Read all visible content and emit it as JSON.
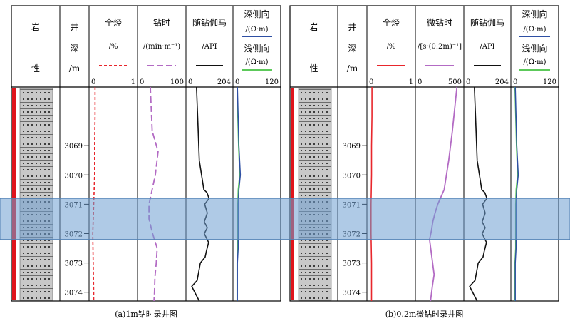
{
  "chart_data": {
    "type": "well_log",
    "panels": [
      {
        "caption": "(a)1m钻时录井图",
        "headers": {
          "lithology": [
            "岩",
            "性"
          ],
          "depth": [
            "井",
            "深",
            "/m"
          ],
          "hydrocarbon": {
            "title": "全烃",
            "unit": "/%",
            "min": "0",
            "max": "1"
          },
          "drilltime": {
            "title": "钻时",
            "unit": "/(min·m⁻¹)",
            "min": "0",
            "max": "100"
          },
          "gamma": {
            "title": "随钻伽马",
            "unit": "/API",
            "min": "0",
            "max": "204"
          },
          "resistivity": {
            "title1": "深侧向",
            "unit1": "/(Ω·m)",
            "title2": "浅侧向",
            "unit2": "/(Ω·m)",
            "min": "0",
            "max": "120"
          }
        },
        "depth_ticks": [
          "3069",
          "3070",
          "3071",
          "3072",
          "3073",
          "3074"
        ],
        "series": {
          "hydrocarbon": [
            [
              3067.0,
              0.1
            ],
            [
              3068.0,
              0.1
            ],
            [
              3069.0,
              0.09
            ],
            [
              3070.0,
              0.09
            ],
            [
              3071.0,
              0.07
            ],
            [
              3072.0,
              0.05
            ],
            [
              3073.0,
              0.06
            ],
            [
              3074.0,
              0.07
            ],
            [
              3074.3,
              0.07
            ]
          ],
          "drilltime": [
            [
              3067.0,
              25
            ],
            [
              3068.5,
              29
            ],
            [
              3069.2,
              42
            ],
            [
              3070.0,
              36
            ],
            [
              3071.0,
              22
            ],
            [
              3071.5,
              22
            ],
            [
              3072.0,
              30
            ],
            [
              3072.5,
              40
            ],
            [
              3073.0,
              38
            ],
            [
              3073.5,
              35
            ],
            [
              3074.0,
              34
            ],
            [
              3074.3,
              33
            ]
          ],
          "gamma": [
            [
              3067.0,
              42
            ],
            [
              3068.5,
              50
            ],
            [
              3069.5,
              55
            ],
            [
              3070.5,
              76
            ],
            [
              3070.6,
              90
            ],
            [
              3070.8,
              100
            ],
            [
              3071.0,
              80
            ],
            [
              3071.3,
              92
            ],
            [
              3071.6,
              78
            ],
            [
              3071.8,
              92
            ],
            [
              3072.0,
              78
            ],
            [
              3072.3,
              98
            ],
            [
              3072.6,
              88
            ],
            [
              3072.8,
              82
            ],
            [
              3073.0,
              60
            ],
            [
              3073.6,
              45
            ],
            [
              3073.8,
              20
            ],
            [
              3074.3,
              55
            ]
          ],
          "deep": [
            [
              3067.0,
              8
            ],
            [
              3069.0,
              12
            ],
            [
              3070.0,
              16
            ],
            [
              3070.5,
              12
            ],
            [
              3071.0,
              10
            ],
            [
              3072.0,
              10
            ],
            [
              3072.5,
              10
            ],
            [
              3073.0,
              8
            ],
            [
              3074.3,
              8
            ]
          ],
          "shallow": [
            [
              3067.0,
              7
            ],
            [
              3069.0,
              11
            ],
            [
              3070.0,
              14
            ],
            [
              3070.5,
              10
            ],
            [
              3071.0,
              9
            ],
            [
              3072.0,
              9
            ],
            [
              3072.5,
              9
            ],
            [
              3073.0,
              7
            ],
            [
              3074.3,
              7
            ]
          ]
        }
      },
      {
        "caption": "(b)0.2m微钻时录井图",
        "headers": {
          "lithology": [
            "岩",
            "性"
          ],
          "depth": [
            "井",
            "深",
            "/m"
          ],
          "hydrocarbon": {
            "title": "全烃",
            "unit": "/%",
            "min": "0",
            "max": "1"
          },
          "drilltime": {
            "title": "微钻时",
            "unit": "/[s·(0.2m)⁻¹]",
            "min": "0",
            "max": "500"
          },
          "gamma": {
            "title": "随钻伽马",
            "unit": "/API",
            "min": "0",
            "max": "204"
          },
          "resistivity": {
            "title1": "深侧向",
            "unit1": "/(Ω·m)",
            "title2": "浅侧向",
            "unit2": "/(Ω·m)",
            "min": "0",
            "max": "120"
          }
        },
        "depth_ticks": [
          "3069",
          "3070",
          "3071",
          "3072",
          "3073",
          "3074"
        ],
        "series": {
          "hydrocarbon": [
            [
              3067.0,
              0.08
            ],
            [
              3068.0,
              0.08
            ],
            [
              3069.0,
              0.07
            ],
            [
              3070.0,
              0.07
            ],
            [
              3071.0,
              0.06
            ],
            [
              3072.0,
              0.06
            ],
            [
              3073.0,
              0.07
            ],
            [
              3074.0,
              0.07
            ],
            [
              3074.3,
              0.07
            ]
          ],
          "drilltime": [
            [
              3067.0,
              440
            ],
            [
              3068.5,
              390
            ],
            [
              3069.5,
              350
            ],
            [
              3070.5,
              300
            ],
            [
              3071.0,
              230
            ],
            [
              3071.3,
              200
            ],
            [
              3071.6,
              175
            ],
            [
              3071.9,
              160
            ],
            [
              3072.2,
              140
            ],
            [
              3072.8,
              165
            ],
            [
              3073.4,
              190
            ],
            [
              3073.8,
              170
            ],
            [
              3074.3,
              150
            ]
          ],
          "gamma": [
            [
              3067.0,
              42
            ],
            [
              3068.5,
              50
            ],
            [
              3069.5,
              55
            ],
            [
              3070.5,
              76
            ],
            [
              3070.6,
              90
            ],
            [
              3070.8,
              100
            ],
            [
              3071.0,
              80
            ],
            [
              3071.3,
              92
            ],
            [
              3071.6,
              78
            ],
            [
              3071.8,
              92
            ],
            [
              3072.0,
              78
            ],
            [
              3072.3,
              98
            ],
            [
              3072.6,
              88
            ],
            [
              3072.8,
              82
            ],
            [
              3073.0,
              60
            ],
            [
              3073.6,
              45
            ],
            [
              3073.8,
              20
            ],
            [
              3074.3,
              55
            ]
          ],
          "deep": [
            [
              3067.0,
              8
            ],
            [
              3069.0,
              12
            ],
            [
              3070.0,
              16
            ],
            [
              3070.5,
              12
            ],
            [
              3071.0,
              10
            ],
            [
              3072.0,
              10
            ],
            [
              3072.5,
              10
            ],
            [
              3073.0,
              8
            ],
            [
              3074.3,
              8
            ]
          ],
          "shallow": [
            [
              3067.0,
              7
            ],
            [
              3069.0,
              11
            ],
            [
              3070.0,
              14
            ],
            [
              3070.5,
              10
            ],
            [
              3071.0,
              9
            ],
            [
              3072.0,
              9
            ],
            [
              3072.5,
              9
            ],
            [
              3073.0,
              7
            ],
            [
              3074.3,
              7
            ]
          ]
        }
      }
    ],
    "highlight_interval": [
      3070.8,
      3072.2
    ],
    "depth_range": [
      3067.0,
      3074.3
    ],
    "colors": {
      "hydrocarbon": "#e8262c",
      "drilltime": "#b36bc4",
      "gamma": "#111111",
      "deep": "#2e4fa3",
      "shallow": "#5cc95a",
      "highlight": "#6d9fd1",
      "lithology_bar": "#e0141c",
      "lithology_fill": "#c8c8c8"
    }
  }
}
